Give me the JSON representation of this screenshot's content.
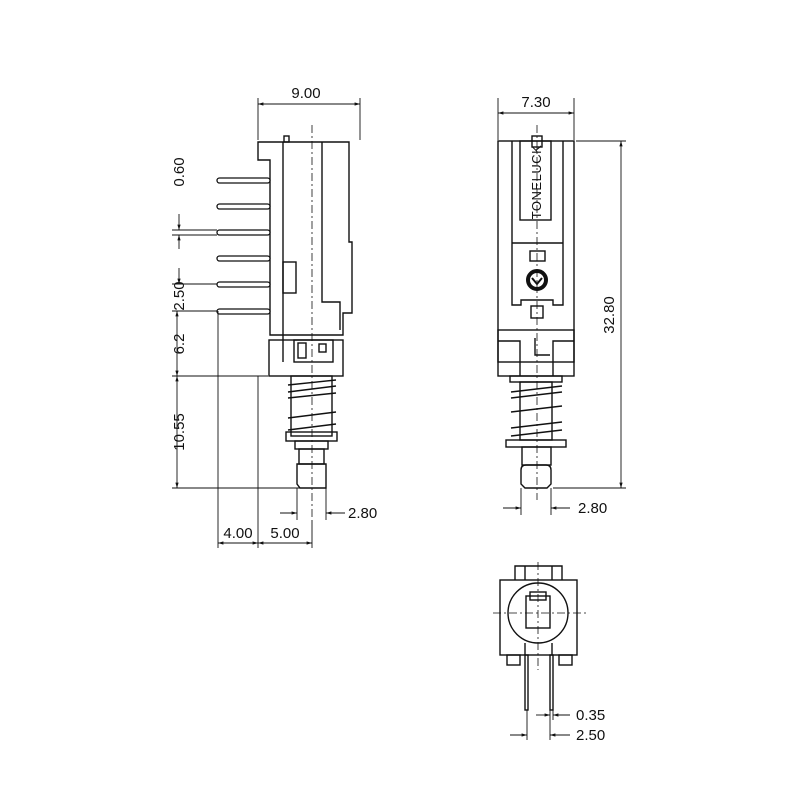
{
  "drawing": {
    "brand_marking": "TONELUCK",
    "side_view": {
      "dims": {
        "width": "9.00",
        "pin_thickness": "0.60",
        "pin_pitch": "2.50",
        "pin_to_housing": "6.2",
        "stroke_length": "10.55",
        "plunger_diameter": "2.80",
        "pin_offset": "4.00",
        "housing_to_center": "5.00"
      }
    },
    "front_view": {
      "dims": {
        "width": "7.30",
        "height": "32.80",
        "plunger_diameter": "2.80"
      }
    },
    "bottom_view": {
      "dims": {
        "pin_width": "0.35",
        "pin_spacing": "2.50"
      }
    }
  }
}
